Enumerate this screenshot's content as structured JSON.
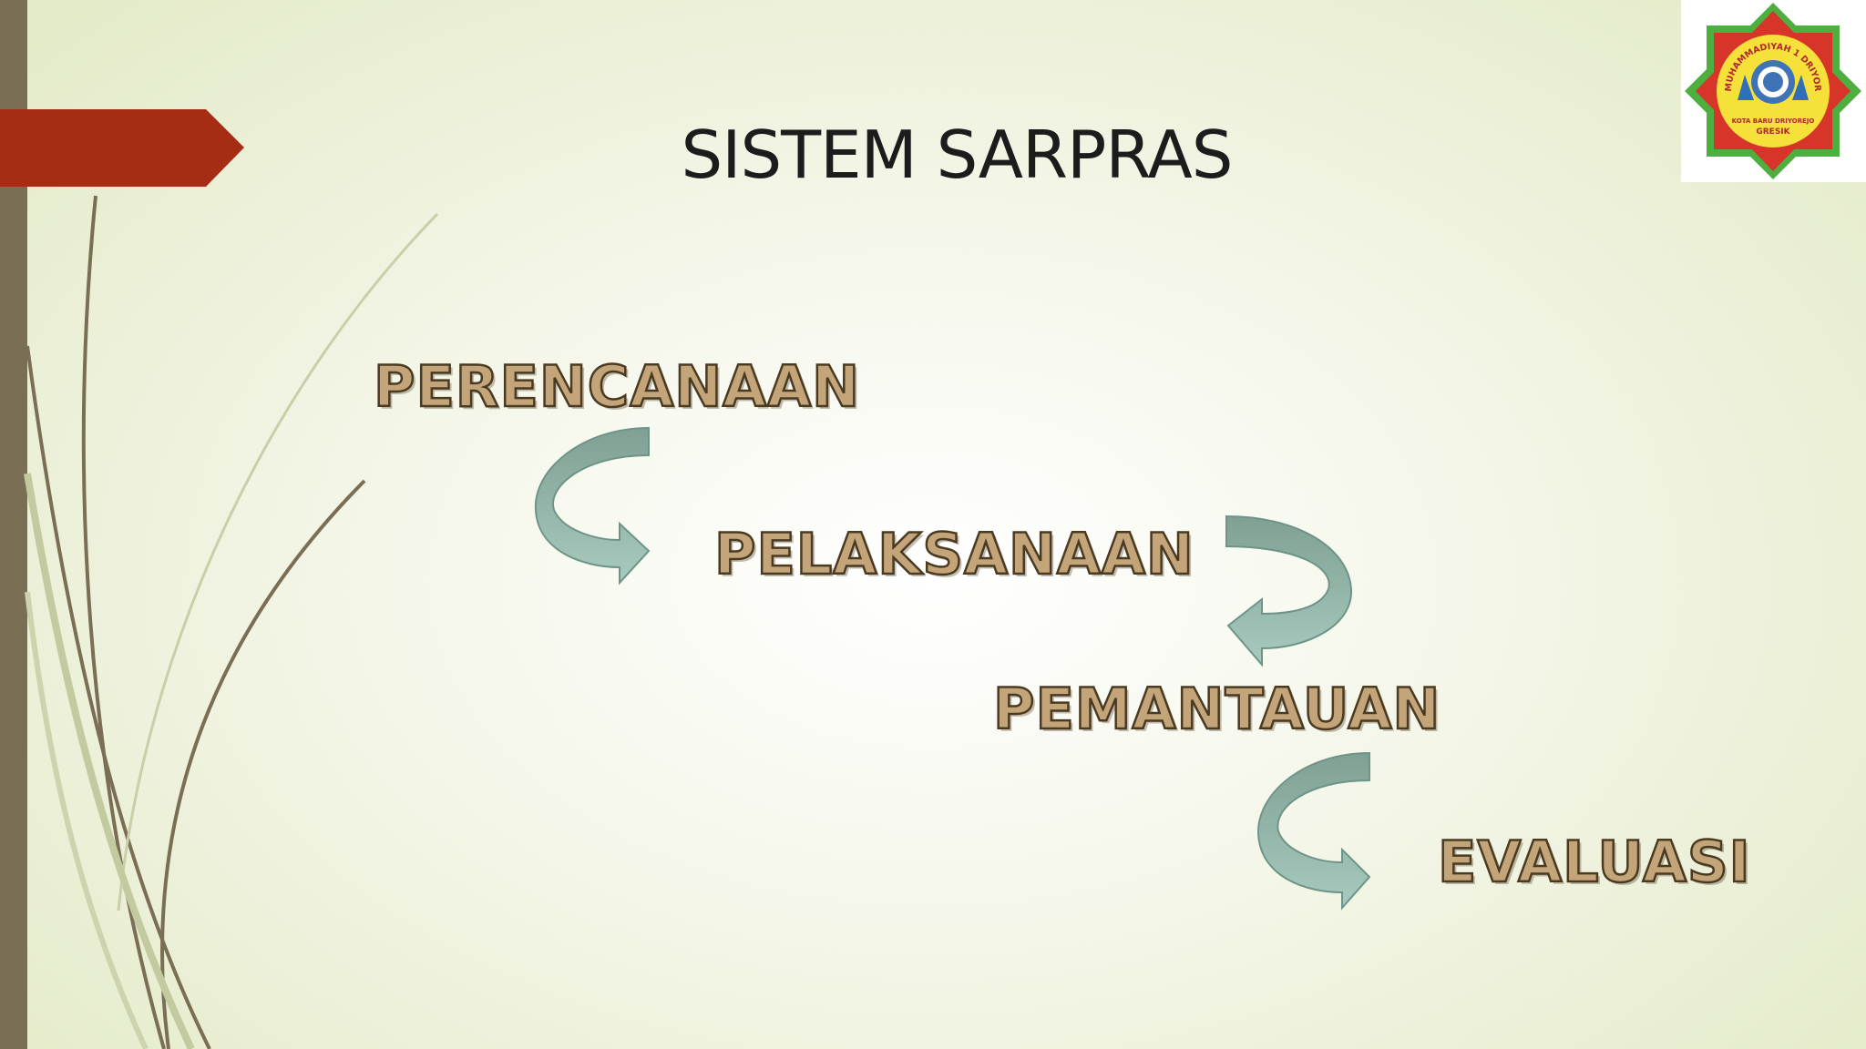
{
  "slide": {
    "title": "SISTEM SARPRAS"
  },
  "cycle": {
    "steps": [
      {
        "label": "PERENCANAAN"
      },
      {
        "label": "PELAKSANAAN"
      },
      {
        "label": "PEMANTAUAN"
      },
      {
        "label": "EVALUASI"
      }
    ]
  },
  "logo": {
    "ring_text": "SD MUHAMMADIYAH 1 DRIYOREJO",
    "city_text": "KOTA BARU DRIYOREJO",
    "region_text": "GRESIK"
  },
  "colors": {
    "accent_tag": "#a52d14",
    "side_bar": "#7a6e55",
    "arrow_fill": "#9ec2b6",
    "step_text": "#c4a57a",
    "step_outline": "#4a3a22"
  }
}
